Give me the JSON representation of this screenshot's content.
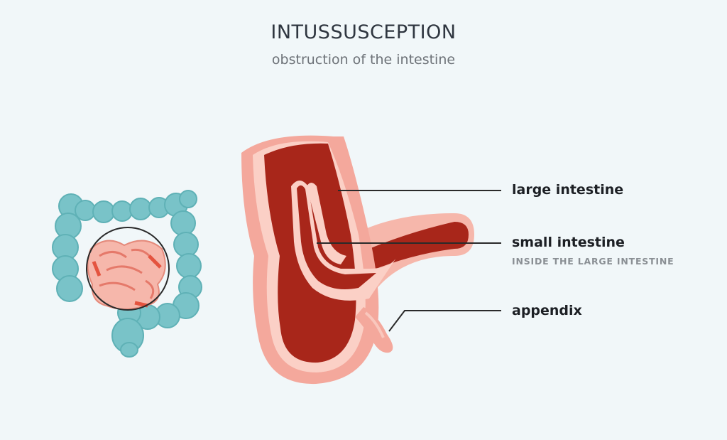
{
  "header": {
    "title": "INTUSSUSCEPTION",
    "subtitle": "obstruction of the intestine"
  },
  "labels": {
    "large_intestine": "large intestine",
    "small_intestine": "small intestine",
    "small_intestine_note": "INSIDE THE LARGE INTESTINE",
    "appendix": "appendix"
  },
  "colors": {
    "background": "#f1f7f9",
    "colon_teal": "#79c3c8",
    "tissue_pink": "#f6b7ab",
    "tissue_dark": "#a8261a",
    "tissue_light": "#fbd8d0"
  }
}
